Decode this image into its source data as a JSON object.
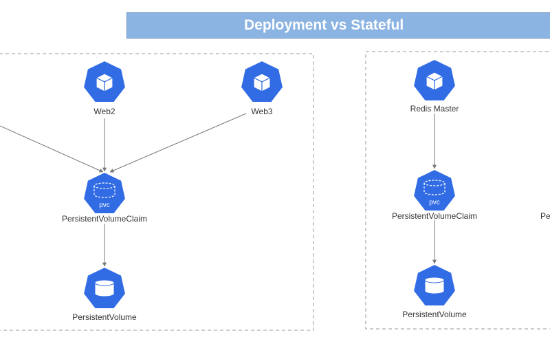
{
  "title": "Deployment vs Stateful",
  "deployment": {
    "web2_label": "Web2",
    "web3_label": "Web3",
    "pvc_label": "PersistentVolumeClaim",
    "pvc_badge": "pvc",
    "pv_label": "PersistentVolume"
  },
  "stateful": {
    "master_label": "Redis Master",
    "pvc_label": "PersistentVolumeClaim",
    "pvc_badge": "pvc",
    "pv_label": "PersistentVolume",
    "partial_label": "Pe"
  },
  "colors": {
    "node_fill": "#326ce5",
    "title_bg": "#8cb4e2",
    "edge": "#777777"
  }
}
